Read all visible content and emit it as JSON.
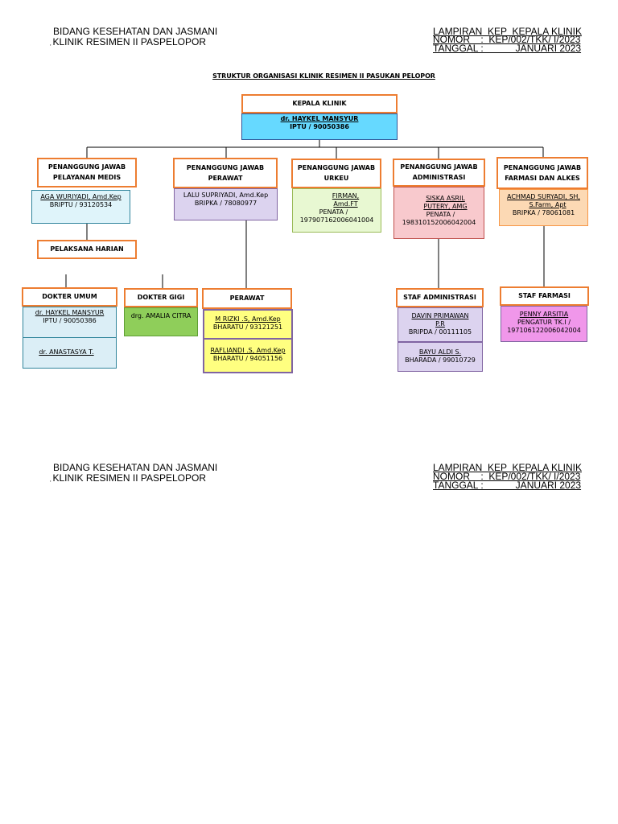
{
  "header": {
    "org_line1": "BIDANG KESEHATAN DAN JASMANI",
    "org_line2": "KLINIK RESIMEN II PASPELOPOR",
    "lampiran": "LAMPIRAN  KEP  KEPALA KLINIK",
    "nomor": "NOMOR    :  KEP/002/TKK/ I/2023",
    "tanggal": "TANGGAL :            JANUARI 2023"
  },
  "title": "STRUKTUR ORGANISASI KLINIK RESIMEN II PASUKAN PELOPOR",
  "kepala": {
    "title": "KEPALA KLINIK",
    "name": "dr. HAYKEL MANSYUR",
    "rank": "IPTU / 90050386"
  },
  "pj_medis": {
    "title_1": "PENANGGUNG JAWAB",
    "title_2": "PELAYANAN MEDIS",
    "name": "AGA WURIYADI, Amd.Kep",
    "rank": "BRIPTU / 93120534"
  },
  "pj_perawat": {
    "title_1": "PENANGGUNG JAWAB",
    "title_2": "PERAWAT",
    "name": "LALU SUPRIYADI, Amd.Kep",
    "rank": "BRIPKA / 78080977"
  },
  "pj_urkeu": {
    "title_1": "PENANGGUNG JAWAB",
    "title_2": "URKEU",
    "name_1": "FIRMAN,",
    "name_2": "Amd.FT",
    "rank_1": "PENATA /",
    "rank_2": "197907162006041004"
  },
  "pj_admin": {
    "title_1": "PENANGGUNG JAWAB",
    "title_2": "ADMINISTRASI",
    "name_1": "SISKA ASRIL",
    "name_2": "PUTERY, AMG",
    "rank_1": "PENATA /",
    "rank_2": "198310152006042004"
  },
  "pj_farmasi": {
    "title_1": "PENANGGUNG JAWAB",
    "title_2": "FARMASI DAN ALKES",
    "name_1": "ACHMAD SURYADI, SH,",
    "name_2": "S.Farm, Apt",
    "rank": "BRIPKA / 78061081"
  },
  "pelaksana": {
    "title": "PELAKSANA HARIAN"
  },
  "dokter_umum": {
    "title": "DOKTER UMUM",
    "p1_name": "dr. HAYKEL MANSYUR",
    "p1_rank": "IPTU / 90050386",
    "p2_name": "dr. ANASTASYA  T."
  },
  "dokter_gigi": {
    "title": "DOKTER GIGI",
    "name": "drg. AMALIA CITRA"
  },
  "perawat": {
    "title": "PERAWAT",
    "p1_name": "M RIZKI .S, Amd.Kep",
    "p1_rank": "BHARATU / 93121251",
    "p2_name": "RAFLIANDI .S, Amd.Kep",
    "p2_rank": "BHARATU / 94051156"
  },
  "staf_admin": {
    "title": "STAF ADMINISTRASI",
    "p1_name_1": "DAVIN PRIMAWAN",
    "p1_name_2": "P.R",
    "p1_rank": "BRIPDA / 00111105",
    "p2_name": "BAYU ALDI S.",
    "p2_rank": "BHARADA / 99010729"
  },
  "staf_farmasi": {
    "title": "STAF FARMASI",
    "name": "PENNY ARSITIA",
    "rank_1": "PENGATUR TK.I /",
    "rank_2": "197106122006042004"
  },
  "colors": {
    "header_border": "#ed7d31",
    "kepala_fill": "#66d9ff",
    "medis_fill": "#dff4fa",
    "perawat_pj_fill": "#dcd3ef",
    "urkeu_fill": "#e8f8d2",
    "admin_fill": "#f8c9cd",
    "farmasi_fill": "#fcd9b4",
    "dokter_umum_fill": "#dbeef6",
    "dokter_gigi_fill": "#8fce5a",
    "perawat_fill": "#ffff80",
    "staf_admin_fill": "#dcd3ef",
    "staf_farmasi_fill": "#f097ea"
  }
}
